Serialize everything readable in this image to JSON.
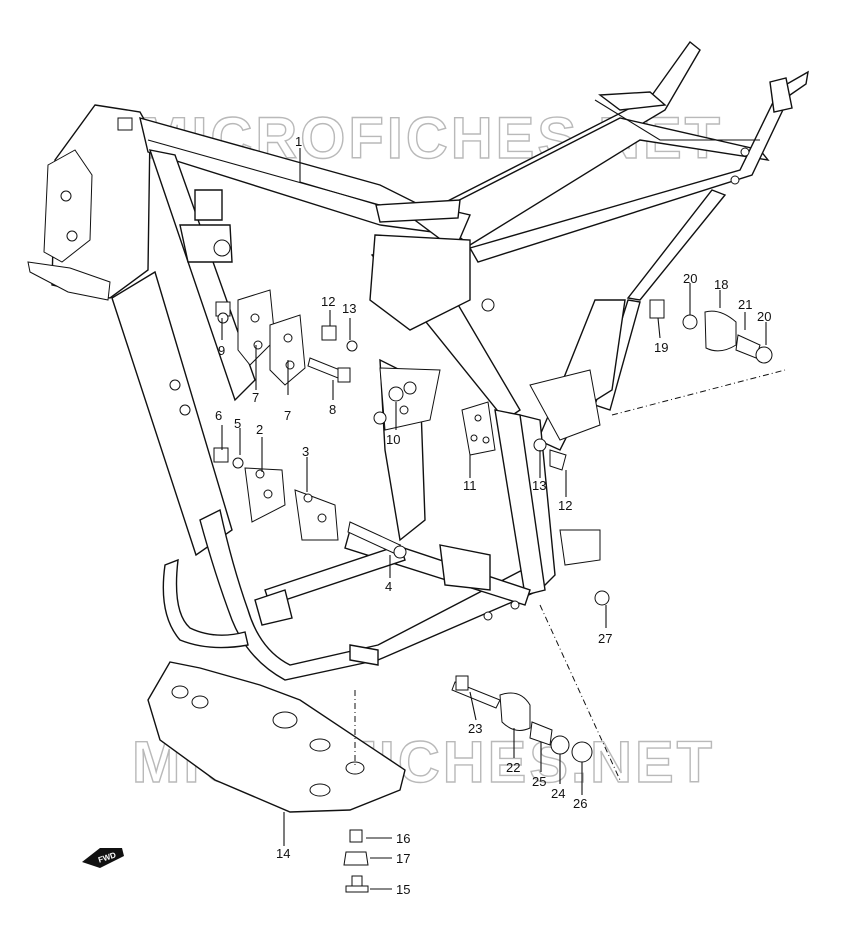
{
  "watermark": "MICROFICHES.NET",
  "fwd_label": "FWD",
  "callouts": {
    "c1": "1",
    "c2": "2",
    "c3": "3",
    "c4": "4",
    "c5": "5",
    "c6": "6",
    "c7a": "7",
    "c7b": "7",
    "c8": "8",
    "c9": "9",
    "c10": "10",
    "c11": "11",
    "c12a": "12",
    "c12b": "12",
    "c13a": "13",
    "c13b": "13",
    "c14": "14",
    "c15": "15",
    "c16": "16",
    "c17": "17",
    "c18": "18",
    "c19": "19",
    "c20a": "20",
    "c20b": "20",
    "c21": "21",
    "c22": "22",
    "c23": "23",
    "c24": "24",
    "c25": "25",
    "c26": "26",
    "c27": "27"
  }
}
